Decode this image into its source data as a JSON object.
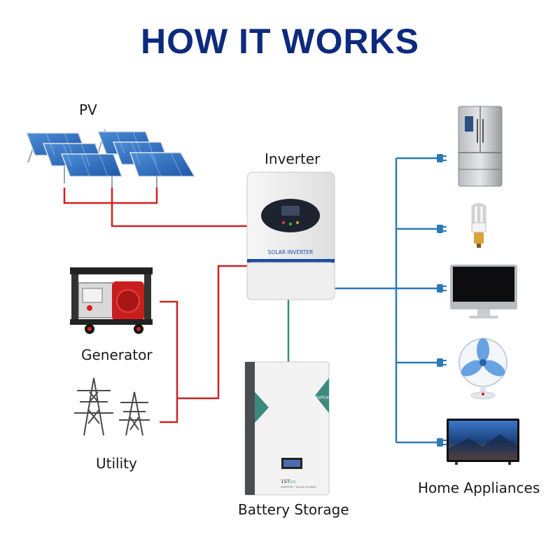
{
  "title": "HOW IT WORKS",
  "labels": {
    "pv": "PV",
    "inverter": "Inverter",
    "generator": "Generator",
    "utility": "Utility",
    "battery": "Battery Storage",
    "appliances": "Home Appliances"
  },
  "inverter_panel_text": "SOLAR INVERTER",
  "battery_tag": "LiFePO4",
  "battery_brand": "1ST",
  "battery_brand_suffix": "LIFE",
  "battery_brand_sub": "INVERTER • SOLAR STORAGE",
  "colors": {
    "title": "#0d2b7e",
    "ac_line": "#d42020",
    "load_line": "#2a7ab8",
    "battery_line": "#3b8a7e"
  },
  "icons": [
    "solar-panel-icon",
    "inverter-icon",
    "generator-icon",
    "power-tower-icon",
    "battery-icon",
    "refrigerator-icon",
    "light-bulb-icon",
    "monitor-icon",
    "fan-icon",
    "tv-icon",
    "plug-icon"
  ]
}
